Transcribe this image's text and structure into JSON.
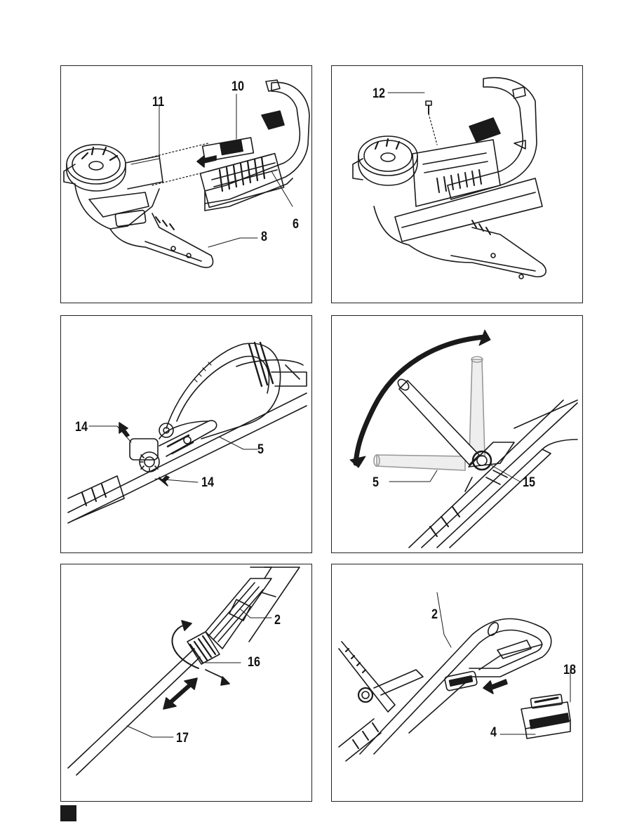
{
  "figures": [
    {
      "callouts": [
        "11",
        "10",
        "6",
        "8"
      ]
    },
    {
      "callouts": [
        "12"
      ]
    },
    {
      "callouts": [
        "14",
        "5",
        "14"
      ]
    },
    {
      "callouts": [
        "5",
        "15"
      ]
    },
    {
      "callouts": [
        "2",
        "16",
        "17"
      ]
    },
    {
      "callouts": [
        "2",
        "18",
        "4"
      ]
    }
  ],
  "colors": {
    "line": "#1a1a1a",
    "fill_light": "#ffffff",
    "fill_gray": "#d9d9d9"
  }
}
